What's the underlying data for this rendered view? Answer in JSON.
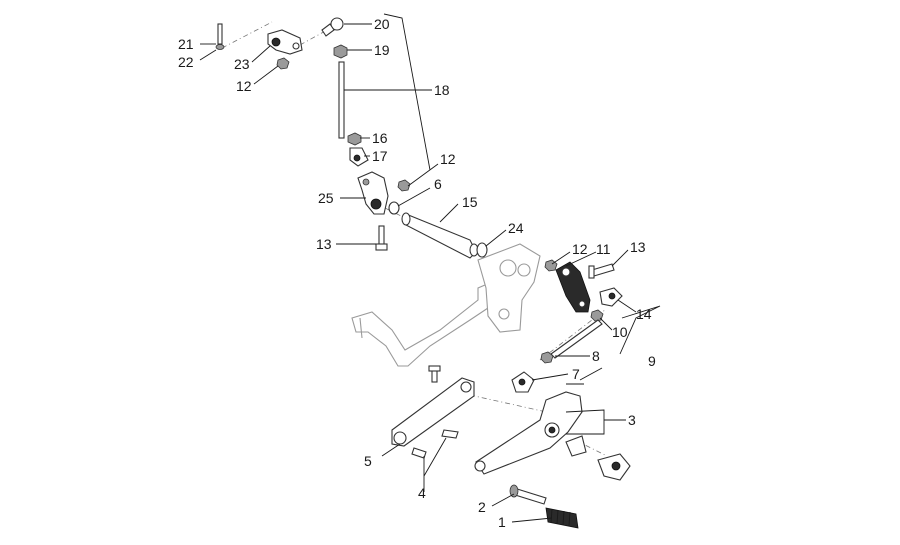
{
  "diagram": {
    "callouts": [
      {
        "id": "1",
        "label": "1"
      },
      {
        "id": "2",
        "label": "2"
      },
      {
        "id": "3",
        "label": "3"
      },
      {
        "id": "4",
        "label": "4"
      },
      {
        "id": "5",
        "label": "5"
      },
      {
        "id": "6",
        "label": "6"
      },
      {
        "id": "7",
        "label": "7"
      },
      {
        "id": "8",
        "label": "8"
      },
      {
        "id": "9",
        "label": "9"
      },
      {
        "id": "10",
        "label": "10"
      },
      {
        "id": "11",
        "label": "11"
      },
      {
        "id": "12a",
        "label": "12"
      },
      {
        "id": "12b",
        "label": "12"
      },
      {
        "id": "12c",
        "label": "12"
      },
      {
        "id": "13a",
        "label": "13"
      },
      {
        "id": "13b",
        "label": "13"
      },
      {
        "id": "14",
        "label": "14"
      },
      {
        "id": "15",
        "label": "15"
      },
      {
        "id": "16",
        "label": "16"
      },
      {
        "id": "17",
        "label": "17"
      },
      {
        "id": "18",
        "label": "18"
      },
      {
        "id": "19",
        "label": "19"
      },
      {
        "id": "20",
        "label": "20"
      },
      {
        "id": "21",
        "label": "21"
      },
      {
        "id": "22",
        "label": "22"
      },
      {
        "id": "23",
        "label": "23"
      },
      {
        "id": "24",
        "label": "24"
      },
      {
        "id": "25",
        "label": "25"
      }
    ]
  }
}
